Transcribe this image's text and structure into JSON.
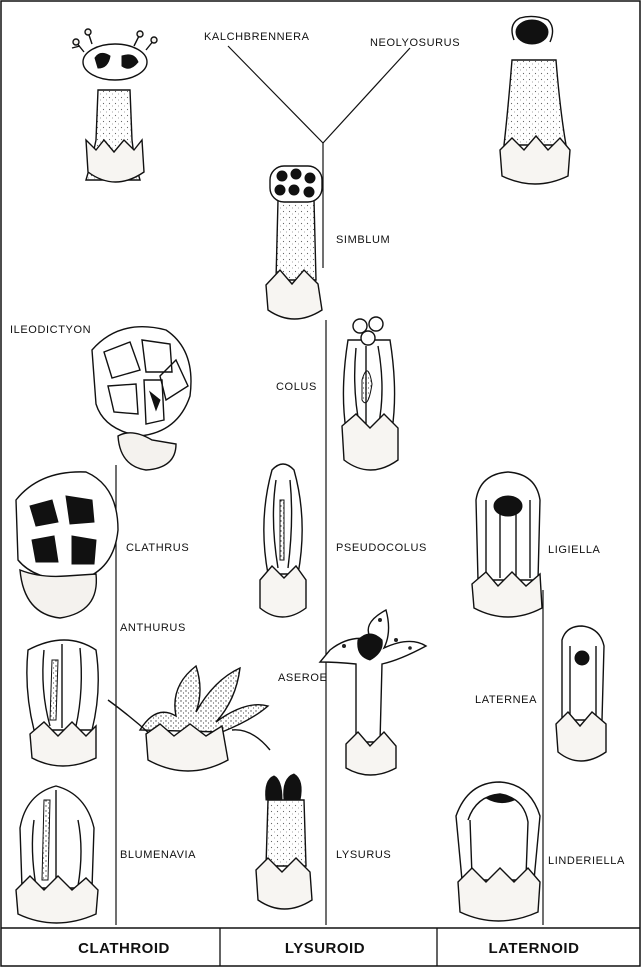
{
  "taxa": {
    "kalchbrennera": "KALCHBRENNERA",
    "neolysurus": "NEOLYOSURUS",
    "simblum": "SIMBLUM",
    "ileodictyon": "ILEODICTYON",
    "colus": "COLUS",
    "clathrus": "CLATHRUS",
    "pseudocolus": "PSEUDOCOLUS",
    "ligiella": "LIGIELLA",
    "anthurus": "ANTHURUS",
    "aseroe": "ASEROE",
    "laternea": "LATERNEA",
    "blumenavia": "BLUMENAVIA",
    "lysurus": "LYSURUS",
    "linderiella": "LINDERIELLA"
  },
  "groups": {
    "clathroid": "CLATHROID",
    "lysuroid": "LYSUROID",
    "laternoid": "LATERNOID"
  }
}
